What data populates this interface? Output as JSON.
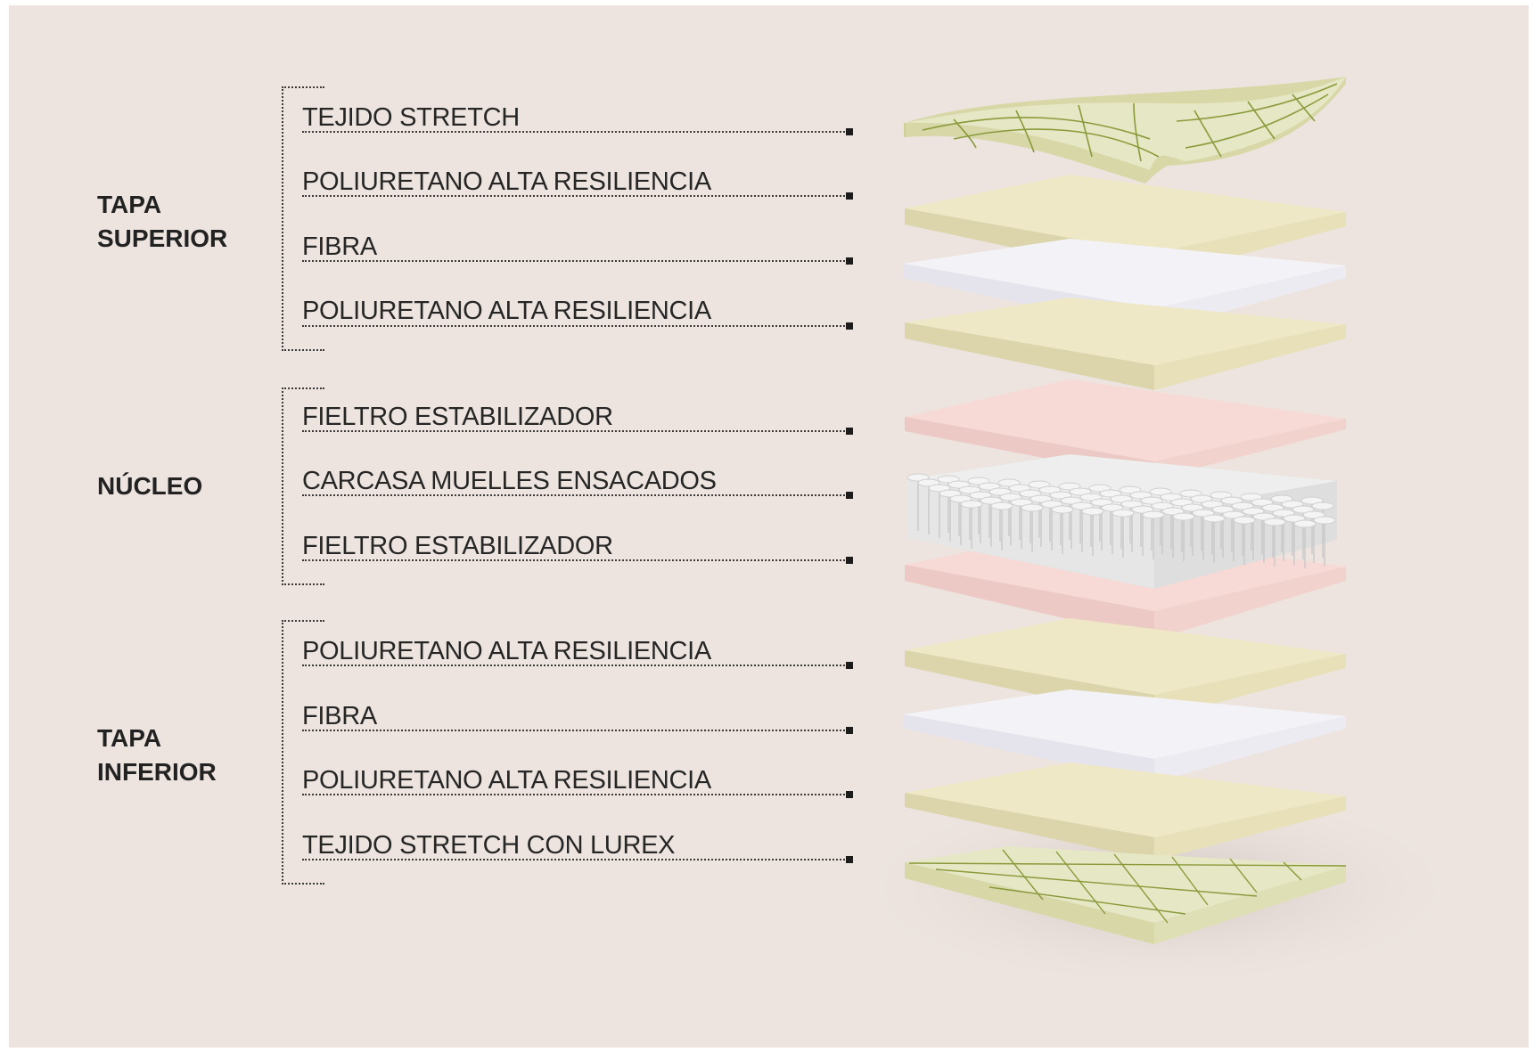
{
  "groups": [
    {
      "title": "TAPA\nSUPERIOR",
      "layers": [
        "TEJIDO STRETCH",
        "POLIURETANO ALTA RESILIENCIA",
        "FIBRA",
        "POLIURETANO ALTA RESILIENCIA"
      ]
    },
    {
      "title": "NÚCLEO",
      "layers": [
        "FIELTRO ESTABILIZADOR",
        "CARCASA MUELLES ENSACADOS",
        "FIELTRO ESTABILIZADOR"
      ]
    },
    {
      "title": "TAPA\nINFERIOR",
      "layers": [
        "POLIURETANO ALTA RESILIENCIA",
        "FIBRA",
        "POLIURETANO ALTA RESILIENCIA",
        "TEJIDO STRETCH CON LUREX"
      ]
    }
  ],
  "colors": {
    "background": "#ede4df",
    "text": "#262626",
    "foam": "#efe8c6",
    "fiber": "#f3f2f7",
    "felt": "#f7d9d6",
    "fabric": "#e6e7c4",
    "quilt_stitch": "#8a9a3a",
    "springs": "#e4e4e4"
  },
  "icons": [
    "fabric-layer-icon",
    "foam-layer-icon",
    "fiber-layer-icon",
    "felt-layer-icon",
    "pocket-springs-icon"
  ]
}
